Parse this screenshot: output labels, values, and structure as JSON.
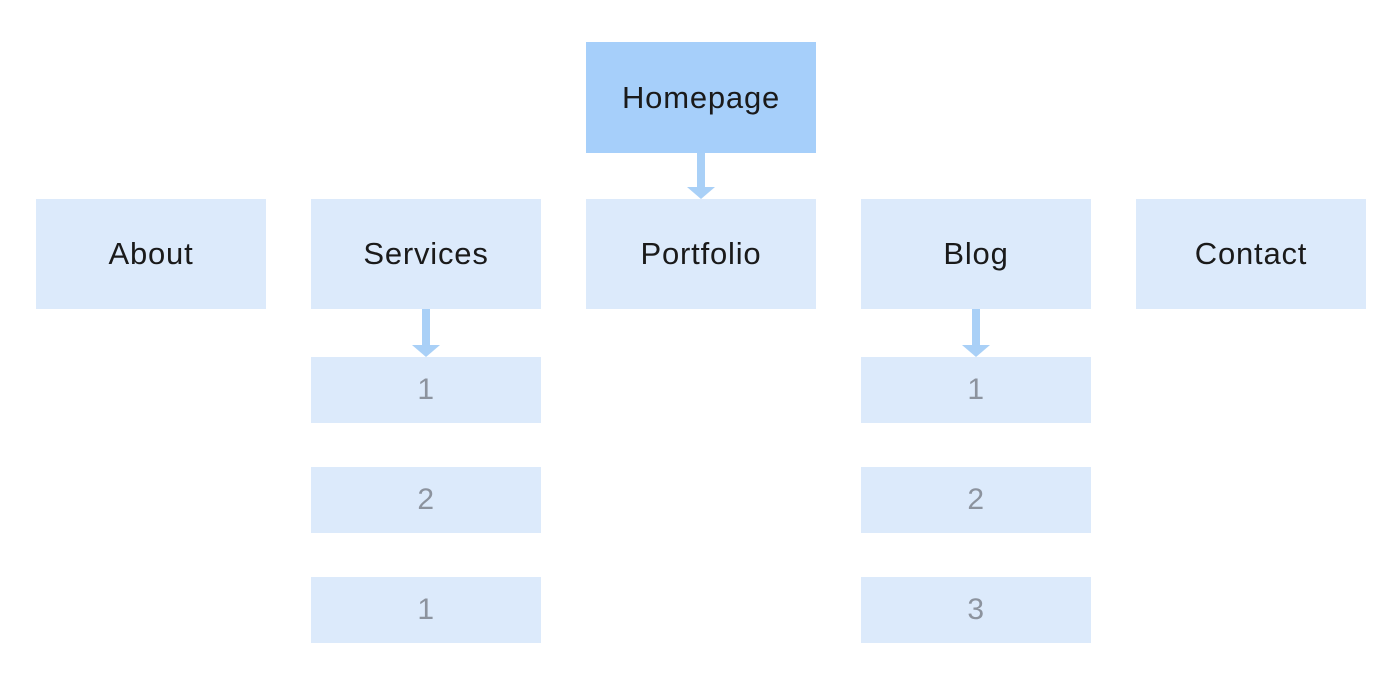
{
  "sitemap": {
    "colors": {
      "background": "#FFFFFF",
      "root_fill": "#A6CFFA",
      "node_fill": "#DCEAFB",
      "arrow": "#A9D0F7",
      "label_text": "#1A1A1A",
      "number_text": "#8C939E"
    },
    "root": {
      "label": "Homepage"
    },
    "level1": [
      {
        "label": "About"
      },
      {
        "label": "Services"
      },
      {
        "label": "Portfolio"
      },
      {
        "label": "Blog"
      },
      {
        "label": "Contact"
      }
    ],
    "services_children": [
      {
        "label": "1"
      },
      {
        "label": "2"
      },
      {
        "label": "1"
      }
    ],
    "blog_children": [
      {
        "label": "1"
      },
      {
        "label": "2"
      },
      {
        "label": "3"
      }
    ],
    "arrows": [
      {
        "from": "Homepage",
        "to": "Portfolio"
      },
      {
        "from": "Services",
        "to": "Services child 1"
      },
      {
        "from": "Blog",
        "to": "Blog child 1"
      }
    ]
  }
}
